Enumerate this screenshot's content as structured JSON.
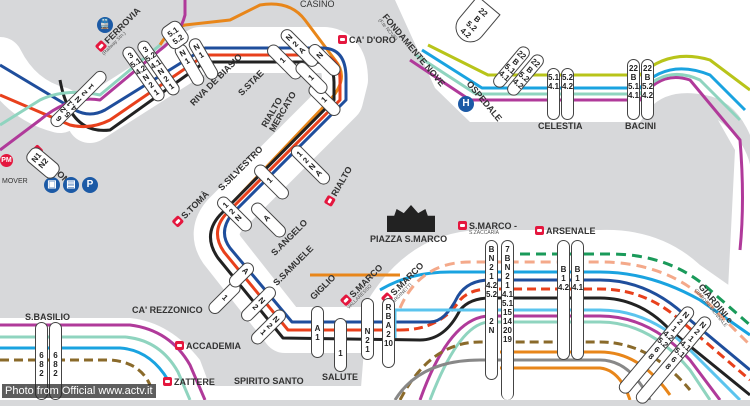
{
  "stations": {
    "ferrovia": "FERROVIA",
    "ferrovia_sub": "(Railway Stn.)",
    "piazzale_roma": "P.le ROMA",
    "piazzale_roma_sub": "(Bus Stn.)",
    "people_mover": "MOVER",
    "pm_badge": "PM",
    "riva_de_biasio": "RIVA DE BIASIO",
    "s_stae": "S.STAE",
    "casino": "CASINO",
    "ca_doro": "CA' D'ORO",
    "rialto_mercato": "RIALTO MERCATO",
    "rialto": "RIALTO",
    "s_silvestro": "S.SILVESTRO",
    "s_toma": "S.TOMÀ",
    "s_angelo": "S.ANGELO",
    "s_samuele": "S.SAMUELE",
    "ca_rezzonico": "CA' REZZONICO",
    "accademia": "ACCADEMIA",
    "giglio": "GIGLIO",
    "salute": "SALUTE",
    "s_marco_vallaresso": "S.MARCO",
    "s_marco_vallaresso_sub": "VALLARESSO",
    "s_marco_giardinetti": "S.MARCO",
    "s_marco_giardinetti_sub": "GIARDINETTI",
    "piazza_s_marco": "PIAZZA S.MARCO",
    "s_zaccaria": "S.MARCO -",
    "s_zaccaria_sub": "S.ZACCARIA",
    "arsenale": "ARSENALE",
    "giardini": "GIARDINI e",
    "giardini_sub": "GIARDINI BIENNALE",
    "fondamente_nove": "FONDAMENTE NOVE",
    "fondamente_nove_sub": "(F.te NOVE)",
    "ospedale": "OSPEDALE",
    "celestia": "CELESTIA",
    "bacini": "BACINI",
    "s_basilio": "S.BASILIO",
    "zattere": "ZATTERE",
    "spirito_santo": "SPIRITO SANTO"
  },
  "icons": {
    "hospital": "H",
    "parking": "P",
    "train": "train-icon",
    "car": "car-icon",
    "bus": "bus-icon"
  },
  "pills": {
    "celestia_a": [
      "5.1",
      "4.1"
    ],
    "celestia_b": [
      "5.2",
      "4.2"
    ],
    "bacini_a": [
      "22",
      "B",
      "5.1",
      "4.1"
    ],
    "bacini_b": [
      "22",
      "B",
      "5.2",
      "4.2"
    ],
    "ospedale_a": [
      "22",
      "B",
      "5.1",
      "4.1"
    ],
    "ospedale_b": [
      "22",
      "B",
      "5.2",
      "4.2"
    ],
    "fnove": [
      "22",
      "B",
      "5.2",
      "4.2"
    ],
    "zaccaria_a": [
      "B",
      "N",
      "2",
      "1",
      "4.2",
      "5.2",
      "",
      "",
      "2",
      "N"
    ],
    "zaccaria_b": [
      "7",
      "B",
      "N",
      "2",
      "1",
      "4.1",
      "5.1",
      "15",
      "14",
      "20",
      "19"
    ],
    "arsenale_a": [
      "B",
      "1",
      "4.2"
    ],
    "arsenale_b": [
      "B",
      "1",
      "4.1"
    ],
    "giardinetti": [
      "R",
      "B",
      "A",
      "2",
      "10"
    ],
    "vallaresso": [
      "N",
      "2",
      "1"
    ],
    "salute": [
      "1"
    ],
    "giglio": [
      "A",
      "1"
    ],
    "basilio_a": [
      "6",
      "8",
      "2"
    ],
    "basilio_b": [
      "6",
      "8",
      "2"
    ],
    "rezzonico_a": [
      "1"
    ],
    "rezzonico_b": [
      "A"
    ],
    "accademia_a": [
      "N",
      "2"
    ],
    "accademia_b": [
      "N",
      "2",
      "1"
    ],
    "toma": [
      "1",
      "2",
      "N"
    ],
    "angelo": [
      "A"
    ],
    "silvestro": [
      "1"
    ],
    "rialto": [
      "1",
      "2",
      "N",
      "A"
    ],
    "mercato": [
      "1"
    ],
    "stae_a": [
      "1"
    ],
    "stae_b": [
      "N",
      "2",
      "A"
    ],
    "cadoro_a": [
      "1"
    ],
    "cadoro_b": [
      "N"
    ],
    "biasio_a": [
      "N",
      "1"
    ],
    "biasio_b": [
      "N",
      "1"
    ],
    "ferrovia_a": [
      "3",
      "5.1",
      "4.2",
      "N",
      "2",
      "1"
    ],
    "ferrovia_b": [
      "3",
      "5.2",
      "4.1",
      "N",
      "2",
      "1"
    ],
    "ferr_top": [
      "5.1",
      "5.2"
    ],
    "roma_a": [
      "6",
      "5.2",
      "4.1",
      "N",
      "2",
      "1"
    ],
    "roma_b": [
      "N1",
      "N2"
    ],
    "giardini_a": [
      "N",
      "2",
      "1",
      "4.2",
      "5.2",
      "6",
      "8"
    ],
    "giardini_b": [
      "N",
      "2",
      "1",
      "4.1",
      "5.1",
      "6",
      "8"
    ]
  },
  "colors": {
    "line1": "#222222",
    "line2": "#e8401c",
    "lineN": "#1f4e9c",
    "lineA": "#e8861a",
    "line4": "#b03a9a",
    "line5": "#8fd4bf",
    "lineB": "#1aa3e0",
    "line22": "#b8c41a",
    "accent": "#e4173e"
  },
  "credit": "Photo from Official www.actv.it"
}
